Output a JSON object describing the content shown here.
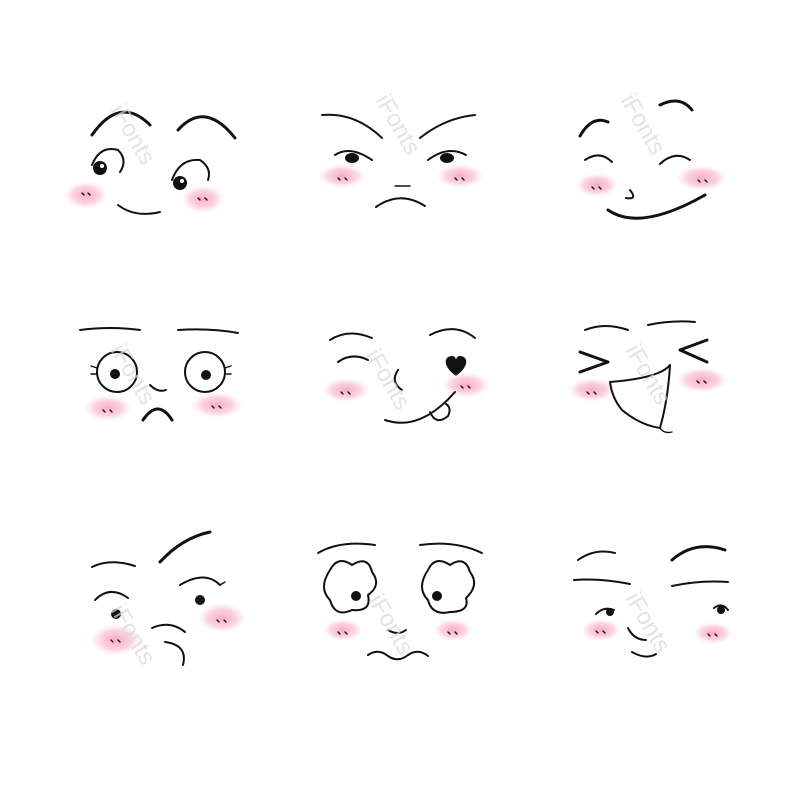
{
  "watermark": {
    "text": "iFonts"
  },
  "colors": {
    "ink": "#111111",
    "blush": "#f8a7c0",
    "background": "#ffffff"
  },
  "faces": [
    {
      "name": "face-surprised-sideglance",
      "expression": "surprised side glance"
    },
    {
      "name": "face-annoyed",
      "expression": "annoyed / frowning"
    },
    {
      "name": "face-smug-smile",
      "expression": "smug smile"
    },
    {
      "name": "face-shocked",
      "expression": "shocked / wide eyes"
    },
    {
      "name": "face-wink-heart",
      "expression": "wink with heart eye, tongue out"
    },
    {
      "name": "face-laughing",
      "expression": "laughing with squeezed eyes"
    },
    {
      "name": "face-pouting",
      "expression": "pouting / skeptical"
    },
    {
      "name": "face-teary",
      "expression": "teary / wobbly mouth"
    },
    {
      "name": "face-sleepy-sideglance",
      "expression": "half-closed eyes side glance"
    }
  ]
}
